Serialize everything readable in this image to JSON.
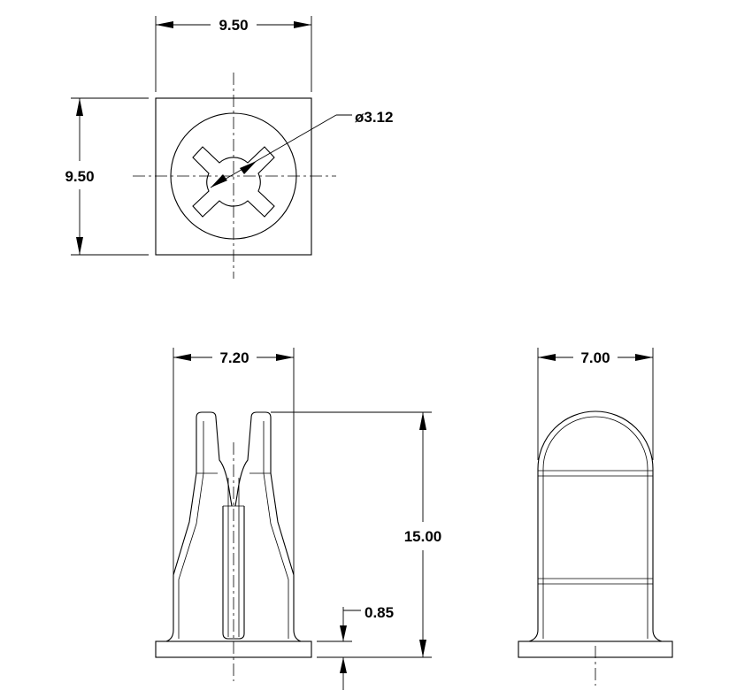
{
  "top_view": {
    "width_label": "9.50",
    "height_label": "9.50",
    "diameter_label": "ø3.12"
  },
  "front_view": {
    "width_label": "7.20",
    "height_label": "15.00",
    "base_thickness_label": "0.85"
  },
  "side_view": {
    "width_label": "7.00"
  },
  "colors": {
    "line": "#000000",
    "background": "#ffffff"
  }
}
